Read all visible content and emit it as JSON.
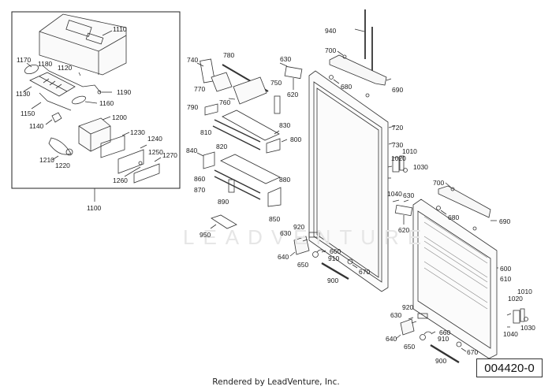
{
  "diagram": {
    "reference_number": "004420-0",
    "footer_text": "Rendered by LeadVenture, Inc.",
    "watermark_text": "LEADVENTURE",
    "assembly_box_label": "1100",
    "labels": {
      "l1110": "1110",
      "l1170": "1170",
      "l1180": "1180",
      "l1120": "1120",
      "l1130": "1130",
      "l1190": "1190",
      "l1160": "1160",
      "l1150": "1150",
      "l1140": "1140",
      "l1200": "1200",
      "l1230": "1230",
      "l1240": "1240",
      "l1210": "1210",
      "l1220": "1220",
      "l1250": "1250",
      "l1270": "1270",
      "l1260": "1260",
      "l740": "740",
      "l780": "780",
      "l770": "770",
      "l760": "760",
      "l750": "750",
      "l790": "790",
      "l810": "810",
      "l820": "820",
      "l830": "830",
      "l800": "800",
      "l840": "840",
      "l860": "860",
      "l870": "870",
      "l880": "880",
      "l890": "890",
      "l850": "850",
      "l950": "950",
      "l630a": "630",
      "l620a": "620",
      "l940": "940",
      "l700a": "700",
      "l680a": "680",
      "l690a": "690",
      "l720": "720",
      "l730": "730",
      "l1010a": "1010",
      "l1020a": "1020",
      "l1030a": "1030",
      "l1040a": "1040",
      "l630b": "630",
      "l620b": "620",
      "l700b": "700",
      "l680b": "680",
      "l690b": "690",
      "l920a": "920",
      "l630c": "630",
      "l640a": "640",
      "l660a": "660",
      "l910a": "910",
      "l650a": "650",
      "l670a": "670",
      "l900a": "900",
      "l600": "600",
      "l610": "610",
      "l1010b": "1010",
      "l1020b": "1020",
      "l1030b": "1030",
      "l1040b": "1040",
      "l920b": "920",
      "l630d": "630",
      "l640b": "640",
      "l660b": "660",
      "l910b": "910",
      "l650b": "650",
      "l670b": "670",
      "l900b": "900"
    }
  }
}
